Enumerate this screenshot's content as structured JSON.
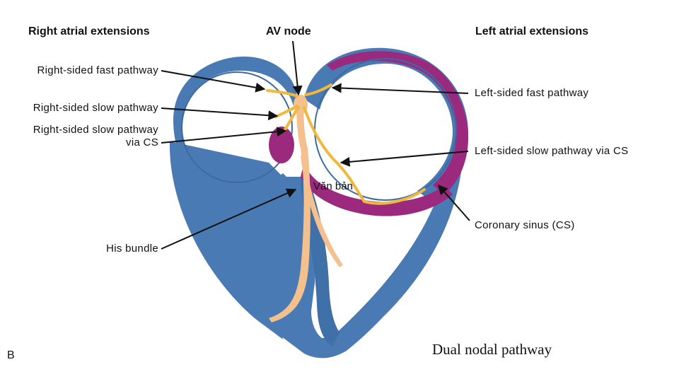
{
  "headers": {
    "right_atrial": "Right atrial extensions",
    "av_node": "AV node",
    "left_atrial": "Left atrial extensions"
  },
  "labels": {
    "right_fast": "Right-sided fast pathway",
    "right_slow": "Right-sided slow pathway",
    "right_slow_cs_line1": "Right-sided slow pathway",
    "right_slow_cs_line2": "via CS",
    "his_bundle": "His bundle",
    "left_fast": "Left-sided fast pathway",
    "left_slow_cs": "Left-sided slow pathway via CS",
    "coronary_sinus": "Coronary sinus (CS)"
  },
  "overlay_text": "Văn bản",
  "caption": "Dual nodal pathway",
  "panel_letter": "B",
  "colors": {
    "heart": "#4a7ab3",
    "heart_dark": "#3c6aa0",
    "sinus": "#9b2a7e",
    "fast_pathway": "#f0b83c",
    "his_bundle": "#f4c08e",
    "arrow": "#111111"
  }
}
